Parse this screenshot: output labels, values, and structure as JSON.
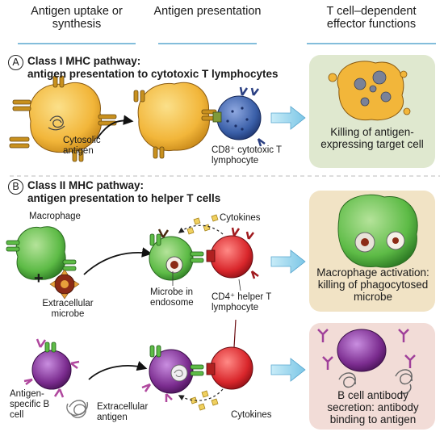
{
  "headers": {
    "col1": "Antigen uptake or synthesis",
    "col2": "Antigen presentation",
    "col3": "T cell–dependent effector functions"
  },
  "sectionA": {
    "letter": "A",
    "title_line1": "Class I MHC pathway:",
    "title_line2": "antigen presentation to cytotoxic T lymphocytes",
    "cytosolic_antigen": "Cytosolic antigen",
    "ctl_label": "CD8⁺ cytotoxic T lymphocyte",
    "effector": "Killing of antigen-expressing target cell"
  },
  "sectionB": {
    "letter": "B",
    "title_line1": "Class II MHC pathway:",
    "title_line2": "antigen presentation to helper T cells",
    "macrophage": "Macrophage",
    "plus": "+",
    "extracellular_microbe": "Extracellular microbe",
    "cytokines_top": "Cytokines",
    "microbe_endosome": "Microbe in endosome",
    "helper_label": "CD4⁺ helper T lymphocyte",
    "effector_mac": "Macrophage activation: killing of phagocytosed microbe",
    "bcell_label": "Antigen-specific B cell",
    "extracellular_antigen": "Extracellular antigen",
    "cytokines_bottom": "Cytokines",
    "effector_b": "B cell antibody secretion: antibody binding to antigen"
  },
  "colors": {
    "header_line": "#5aa7cf",
    "target_cell": "#f2b63a",
    "ctl_cell": "#3a5fa8",
    "macrophage": "#5dbb46",
    "helper_cell": "#d9262b",
    "b_cell": "#7b2c8f",
    "box_green": "#dfe8cf",
    "box_tan": "#f1e3c5",
    "box_pink": "#f2dcd7",
    "arrow": "#8fd0ea"
  }
}
